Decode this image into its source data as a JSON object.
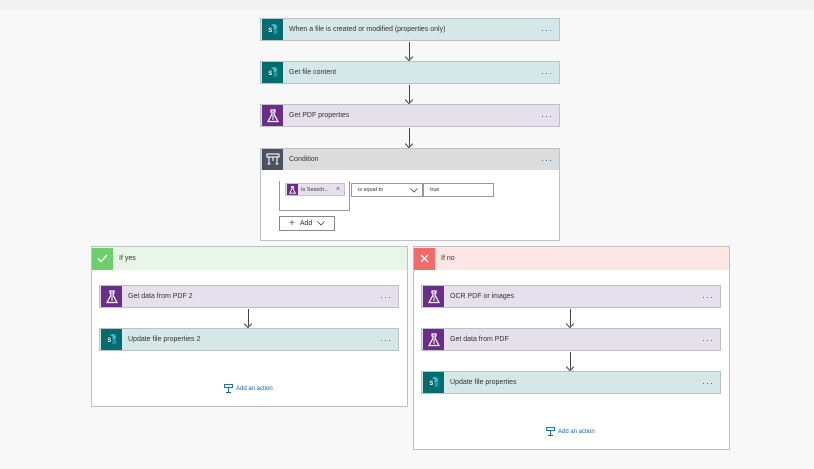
{
  "top_steps": [
    {
      "label": "When a file is created or modified (properties only)",
      "icon": "sharepoint-icon"
    },
    {
      "label": "Get file content",
      "icon": "sharepoint-icon"
    },
    {
      "label": "Get PDF properties",
      "icon": "pdf-tools-icon"
    }
  ],
  "more_glyph": "···",
  "condition": {
    "title": "Condition",
    "token_label": "Is Search...",
    "token_close": "×",
    "operator": "is equal to",
    "value": "true",
    "add_label": "Add"
  },
  "if_yes": {
    "title": "If yes",
    "steps": [
      {
        "label": "Get data from PDF 2"
      },
      {
        "label": "Update file properties 2"
      }
    ],
    "add_action": "Add an action"
  },
  "if_no": {
    "title": "If no",
    "steps": [
      {
        "label": "OCR PDF or images"
      },
      {
        "label": "Get data from PDF"
      },
      {
        "label": "Update file properties"
      }
    ],
    "add_action": "Add an action"
  },
  "colors": {
    "sharepoint": "#036c70",
    "pdf": "#6b2d8a",
    "yes_green": "#6ccf6c",
    "no_red": "#f26b6b",
    "link_blue": "#0e65b0"
  }
}
